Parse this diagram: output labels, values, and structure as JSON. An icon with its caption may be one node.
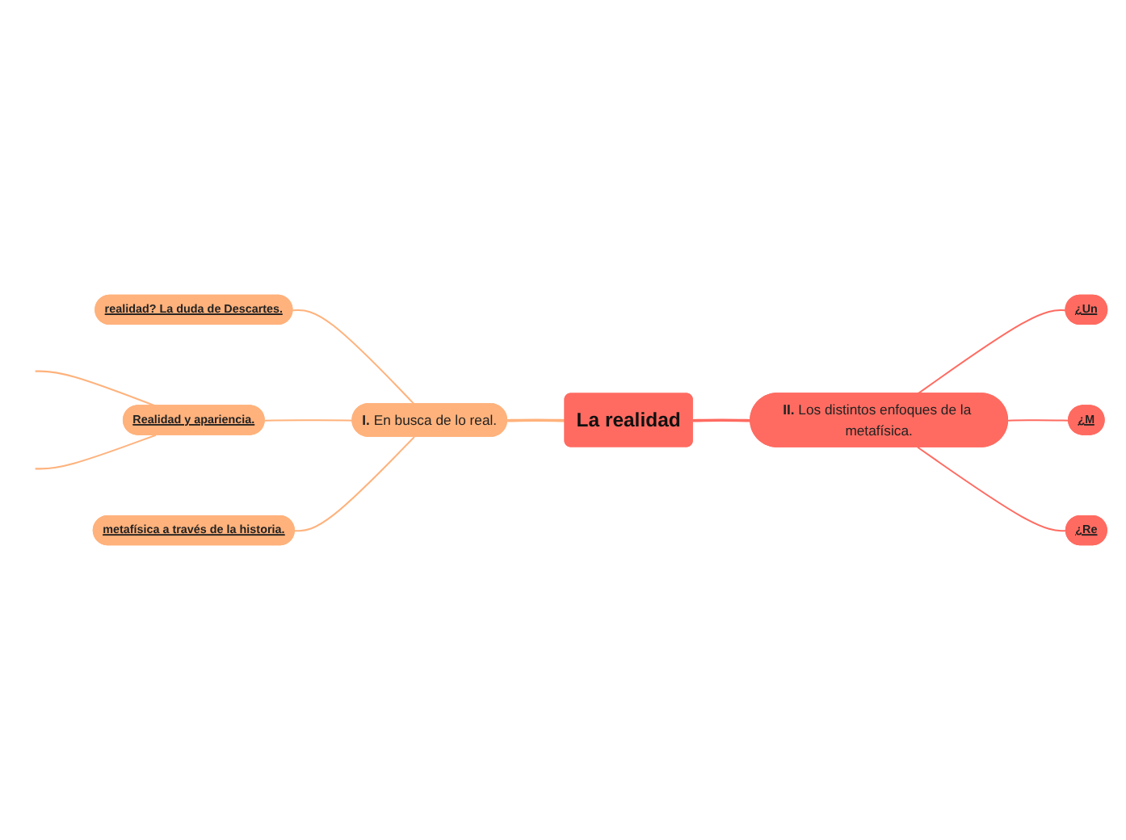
{
  "diagram": {
    "nodes": [
      {
        "text": [
          "La realidad"
        ]
      },
      {
        "text": [
          "**I.** En busca de lo real."
        ]
      },
      {
        "text": [
          "realidad? La duda de Descartes."
        ]
      },
      {
        "text": [
          "Realidad y apariencia."
        ]
      },
      {
        "text": [
          "metafísica a través de la historia."
        ]
      },
      {
        "text": [
          "**II.** Los distintos enfoques de la metafísica."
        ]
      },
      {
        "text": [
          "¿Un"
        ]
      },
      {
        "text": [
          "¿M"
        ]
      },
      {
        "text": [
          "¿Re"
        ]
      }
    ],
    "edges": [
      {
        "from": 0,
        "to": 1,
        "arrow": "none"
      },
      {
        "from": 1,
        "to": 2,
        "arrow": "none"
      },
      {
        "from": 1,
        "to": 3,
        "arrow": "none"
      },
      {
        "from": 3,
        "to": null,
        "arrow": "none"
      },
      {
        "from": 3,
        "to": null,
        "arrow": "none"
      },
      {
        "from": 1,
        "to": 4,
        "arrow": "none"
      },
      {
        "from": 0,
        "to": 5,
        "arrow": "none",
        "color": "#ff6b61"
      },
      {
        "from": 5,
        "to": 6,
        "arrow": "none",
        "color": "#ff6b61"
      },
      {
        "from": 5,
        "to": 7,
        "arrow": "none",
        "color": "#ff6b61"
      },
      {
        "from": 5,
        "to": 8,
        "arrow": "none",
        "color": "#ff6b61"
      }
    ]
  }
}
